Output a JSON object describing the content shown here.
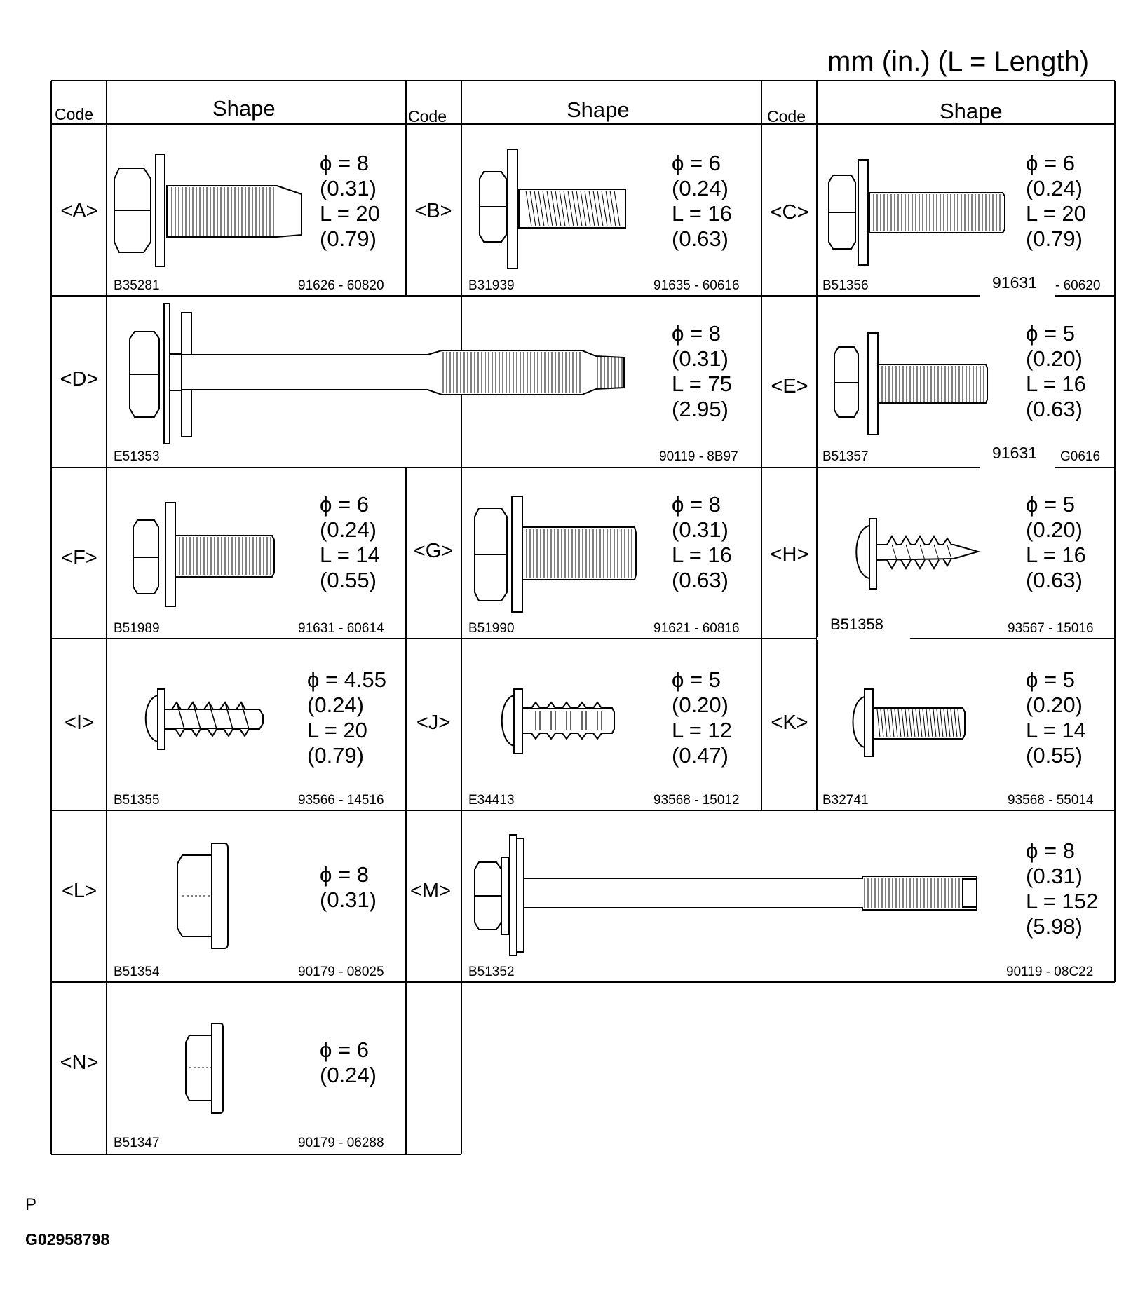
{
  "units_note": "mm (in.) (L = Length)",
  "header": {
    "code": "Code",
    "shape": "Shape"
  },
  "bolts": {
    "A": {
      "code": "<A>",
      "dia": "ϕ = 8",
      "dia_in": "(0.31)",
      "len": "L = 20",
      "len_in": "(0.79)",
      "ref": "B35281",
      "part": "91626 - 60820"
    },
    "B": {
      "code": "<B>",
      "dia": "ϕ = 6",
      "dia_in": "(0.24)",
      "len": "L = 16",
      "len_in": "(0.63)",
      "ref": "B31939",
      "part": "91635 - 60616"
    },
    "C": {
      "code": "<C>",
      "dia": "ϕ = 6",
      "dia_in": "(0.24)",
      "len": "L = 20",
      "len_in": "(0.79)",
      "ref": "B51356",
      "part_a": "91631",
      "part_b": "- 60620"
    },
    "D": {
      "code": "<D>",
      "dia": "ϕ = 8",
      "dia_in": "(0.31)",
      "len": "L = 75",
      "len_in": "(2.95)",
      "ref": "E51353",
      "part": "90119 - 8B97"
    },
    "E": {
      "code": "<E>",
      "dia": "ϕ = 5",
      "dia_in": "(0.20)",
      "len": "L = 16",
      "len_in": "(0.63)",
      "ref": "B51357",
      "part_a": "91631",
      "part_b": "G0616"
    },
    "F": {
      "code": "<F>",
      "dia": "ϕ = 6",
      "dia_in": "(0.24)",
      "len": "L = 14",
      "len_in": "(0.55)",
      "ref": "B51989",
      "part": "91631 - 60614"
    },
    "G": {
      "code": "<G>",
      "dia": "ϕ = 8",
      "dia_in": "(0.31)",
      "len": "L = 16",
      "len_in": "(0.63)",
      "ref": "B51990",
      "part": "91621 - 60816"
    },
    "H": {
      "code": "<H>",
      "dia": "ϕ = 5",
      "dia_in": "(0.20)",
      "len": "L = 16",
      "len_in": "(0.63)",
      "ref": "B51358",
      "part": "93567 - 15016"
    },
    "I": {
      "code": "<I>",
      "dia": "ϕ = 4.55",
      "dia_in": "(0.24)",
      "len": "L = 20",
      "len_in": "(0.79)",
      "ref": "B51355",
      "part": "93566 - 14516"
    },
    "J": {
      "code": "<J>",
      "dia": "ϕ = 5",
      "dia_in": "(0.20)",
      "len": "L = 12",
      "len_in": "(0.47)",
      "ref": "E34413",
      "part": "93568 - 15012"
    },
    "K": {
      "code": "<K>",
      "dia": "ϕ = 5",
      "dia_in": "(0.20)",
      "len": "L = 14",
      "len_in": "(0.55)",
      "ref": "B32741",
      "part": "93568 - 55014"
    },
    "L": {
      "code": "<L>",
      "dia": "ϕ = 8",
      "dia_in": "(0.31)",
      "ref": "B51354",
      "part": "90179 - 08025"
    },
    "M": {
      "code": "<M>",
      "dia": "ϕ = 8",
      "dia_in": "(0.31)",
      "len": "L = 152",
      "len_in": "(5.98)",
      "ref": "B51352",
      "part": "90119 - 08C22"
    },
    "N": {
      "code": "<N>",
      "dia": "ϕ = 6",
      "dia_in": "(0.24)",
      "ref": "B51347",
      "part": "90179 - 06288"
    }
  },
  "footer": {
    "letter": "P",
    "figure_id": "G02958798"
  }
}
